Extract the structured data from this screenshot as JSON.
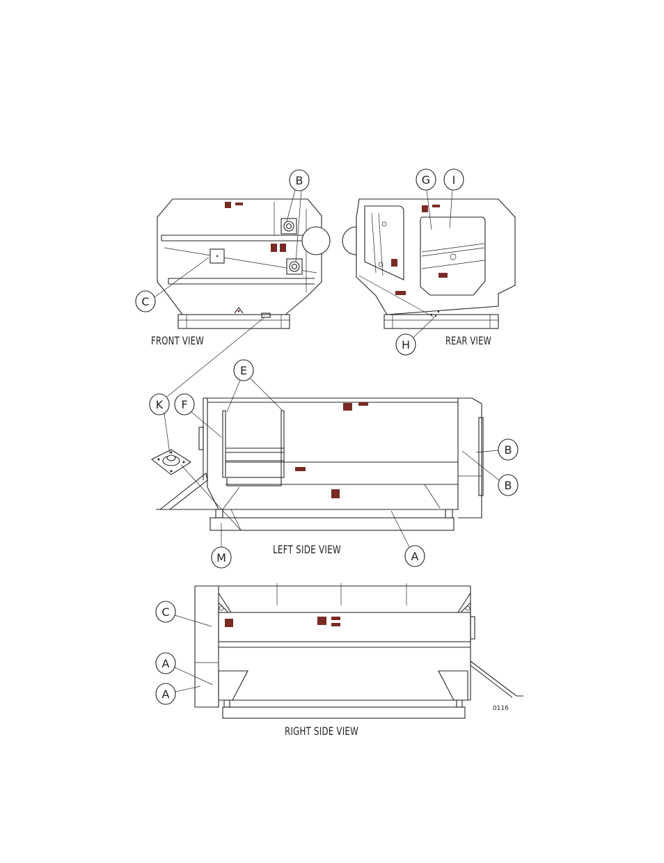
{
  "views": {
    "front": "FRONT VIEW",
    "rear": "REAR VIEW",
    "left_side": "LEFT SIDE VIEW",
    "right_side": "RIGHT SIDE VIEW"
  },
  "callouts": {
    "a": "A",
    "b": "B",
    "c": "C",
    "e": "E",
    "f": "F",
    "g": "G",
    "h": "H",
    "i": "I",
    "k": "K",
    "m": "M"
  },
  "drawing_number": "0116",
  "colors": {
    "line": "#222222",
    "decal": "#7a2a25",
    "background": "#ffffff"
  }
}
